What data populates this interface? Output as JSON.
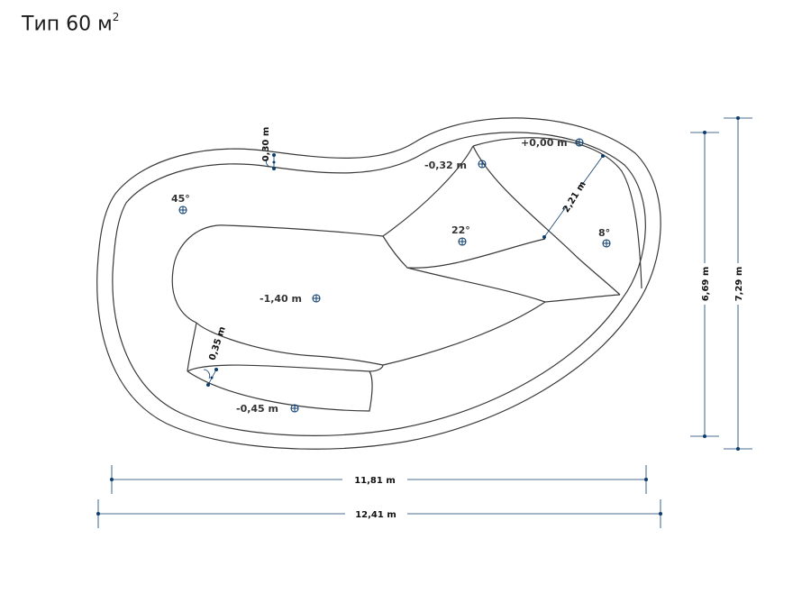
{
  "title": {
    "text": "Тип 60 м",
    "sup": "2"
  },
  "levels": {
    "zero": "+0,00 m",
    "step_top": "-0,32 m",
    "deep": "-1,40 m",
    "step_bottom": "-0,45 m"
  },
  "slopes": {
    "left": "45°",
    "middle": "22°",
    "right": "8°"
  },
  "dimensions": {
    "rim_width": "0,30 m",
    "step_width": "0,35 m",
    "beach_width": "2,21 m",
    "inner_length": "11,81 m",
    "outer_length": "12,41 m",
    "inner_height": "6,69 m",
    "outer_height": "7,29 m"
  },
  "colors": {
    "dimension": "#0b3d6e",
    "outline": "#3a3a3a"
  }
}
